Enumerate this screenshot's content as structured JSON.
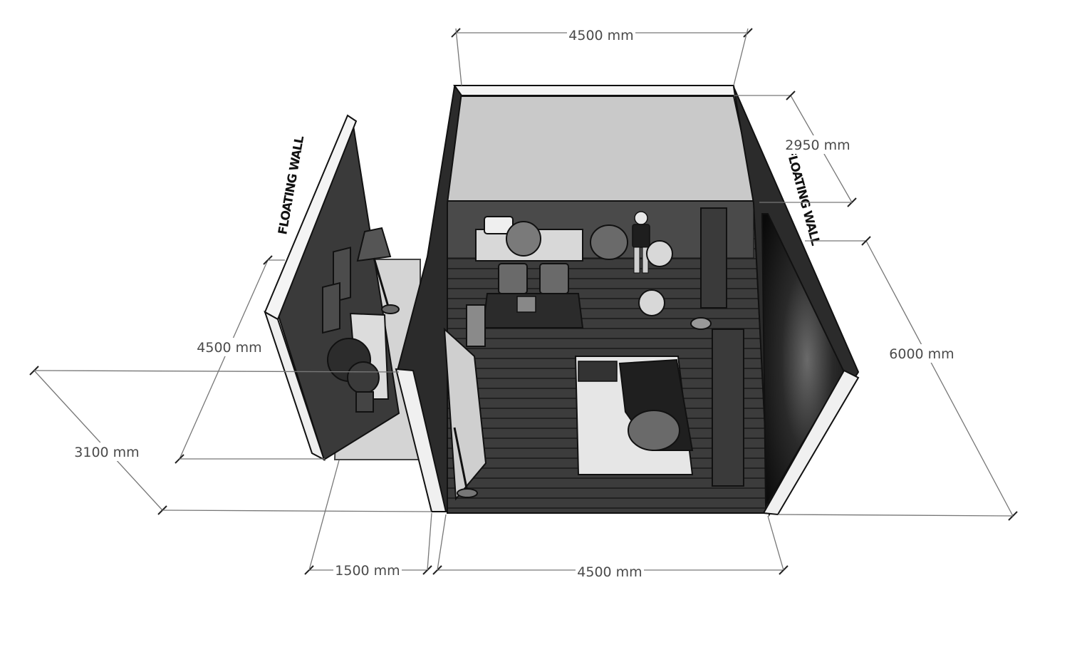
{
  "dimensions": {
    "top_width": "4500 mm",
    "right_depth_top": "2950 mm",
    "right_depth": "6000 mm",
    "bottom_width": "4500 mm",
    "bottom_entry": "1500 mm",
    "left_depth": "4500 mm",
    "left_outer": "3100 mm"
  },
  "labels": {
    "left_wall": "FLOATING WALL",
    "right_wall": "FLOATING WALL"
  },
  "colors": {
    "floor": "#3a3a3a",
    "floor_line": "#242424",
    "wall_dark": "#2b2b2b",
    "wall_mid": "#555555",
    "wall_cap": "#f4f4f4",
    "ceiling": "#c9c9c9",
    "rug": "#e6e6e6",
    "dimension_line": "#777777"
  }
}
